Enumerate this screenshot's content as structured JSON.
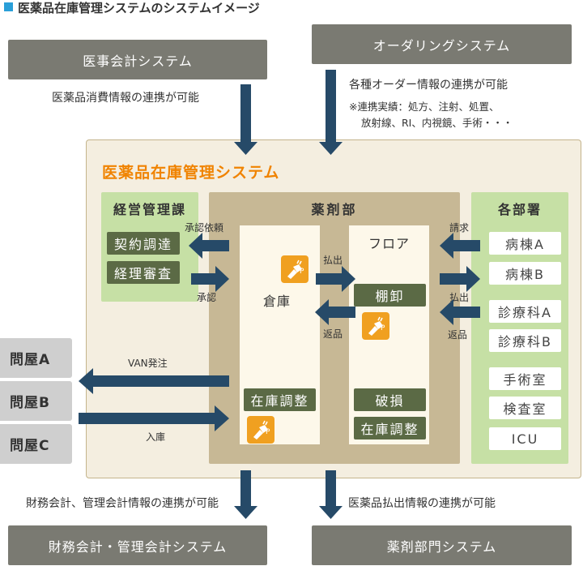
{
  "header": {
    "title": "医薬品在庫管理システムのシステムイメージ",
    "marker_color": "#2a9fd8"
  },
  "external_top": {
    "medical_accounting": "医事会計システム",
    "ordering": "オーダリングシステム"
  },
  "notes": {
    "consumption": "医薬品消費情報の連携が可能",
    "orders": "各種オーダー情報の連携が可能",
    "orders_detail_1": "※連携実績：処方、注射、処置、",
    "orders_detail_2": "放射線、RI、内視鏡、手術・・・",
    "finance": "財務会計、管理会計情報の連携が可能",
    "payout": "医薬品払出情報の連携が可能"
  },
  "main_system": {
    "title": "医薬品在庫管理システム"
  },
  "management": {
    "title": "経営管理課",
    "items": [
      "契約調達",
      "経理審査"
    ],
    "label_request": "承認依頼",
    "label_approve": "承認"
  },
  "pharmacy": {
    "title": "薬剤部",
    "warehouse": "倉庫",
    "floor": "フロア",
    "label_out": "払出",
    "label_return": "返品",
    "shelf": "棚卸",
    "warehouse_adjust": "在庫調整",
    "damage": "破損",
    "floor_adjust": "在庫調整"
  },
  "departments": {
    "title": "各部署",
    "items": [
      "病棟A",
      "病棟B",
      "診療科A",
      "診療科B",
      "手術室",
      "検査室",
      "ICU"
    ],
    "label_request": "請求",
    "label_out": "払出",
    "label_return": "返品"
  },
  "wholesalers": {
    "items": [
      "問屋A",
      "問屋B",
      "問屋C"
    ],
    "label_order": "VAN発注",
    "label_receive": "入庫"
  },
  "external_bottom": {
    "finance_system": "財務会計・管理会計システム",
    "pharmacy_system": "薬剤部門システム"
  },
  "colors": {
    "arrow": "#264a68",
    "main_bg": "#f4eee0",
    "pharmacy_bg": "#c7b895",
    "green_bg": "#c6e0a5",
    "dark_green": "#5b6a45",
    "orange_title": "#f08300"
  }
}
